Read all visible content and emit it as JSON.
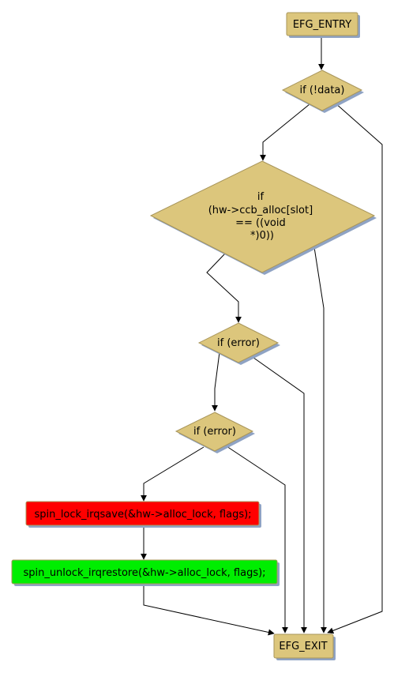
{
  "diagram": {
    "nodes": {
      "entry": {
        "label": "EFG_ENTRY",
        "fill": "#dcc67c"
      },
      "if_data": {
        "label": "if (!data)",
        "fill": "#dcc67c"
      },
      "if_alloc": {
        "label_lines": [
          "if",
          "(hw->ccb_alloc[slot]",
          "== ((void",
          "*)0))"
        ],
        "fill": "#dcc67c"
      },
      "if_error_1": {
        "label": "if (error)",
        "fill": "#dcc67c"
      },
      "if_error_2": {
        "label": "if (error)",
        "fill": "#dcc67c"
      },
      "lock": {
        "label": "spin_lock_irqsave(&hw->alloc_lock, flags);",
        "fill": "#ff0000"
      },
      "unlock": {
        "label": "spin_unlock_irqrestore(&hw->alloc_lock, flags);",
        "fill": "#00ee00"
      },
      "exit": {
        "label": "EFG_EXIT",
        "fill": "#dcc67c"
      }
    },
    "colors": {
      "node_border": "#a8955a",
      "shadow": "#8fa3c4",
      "edge": "#000000"
    }
  }
}
